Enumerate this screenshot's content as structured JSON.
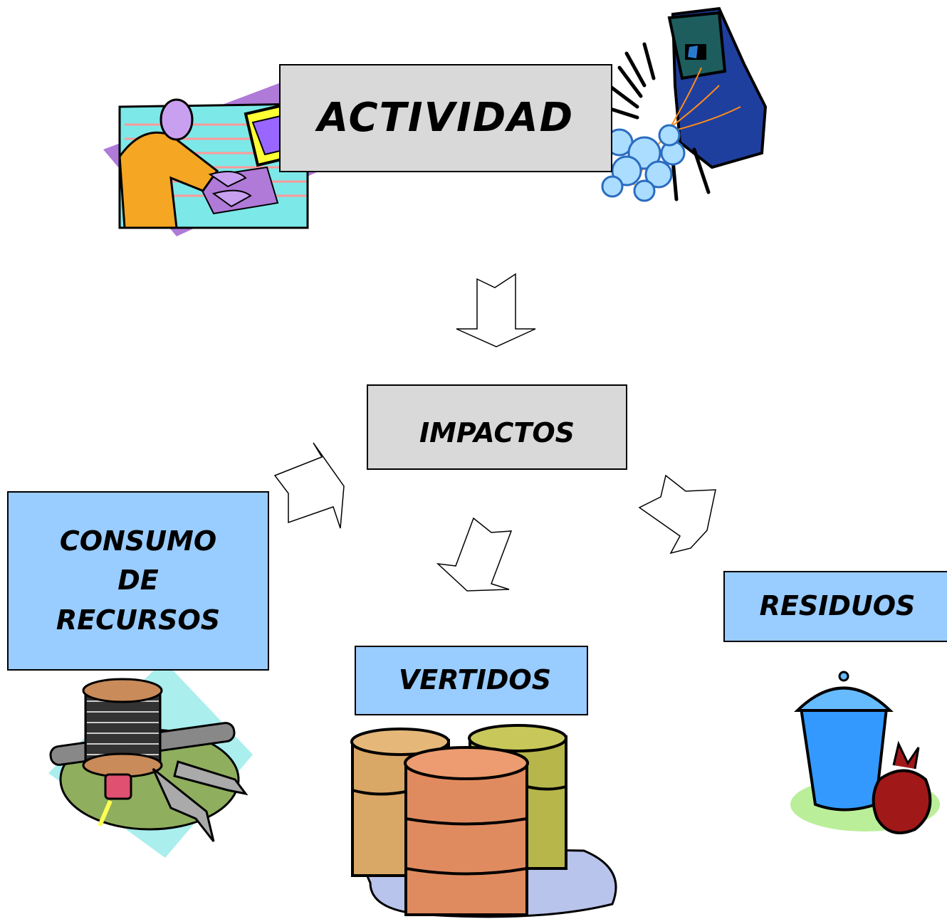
{
  "nodes": {
    "actividad": "ACTIVIDAD",
    "impactos": "IMPACTOS",
    "consumo": [
      "CONSUMO",
      "DE",
      "RECURSOS"
    ],
    "vertidos": "VERTIDOS",
    "residuos": "RESIDUOS"
  },
  "icons": {
    "office": "office-worker-clipart-icon",
    "welder": "welder-clipart-icon",
    "tools": "tools-clipart-icon",
    "barrels": "oil-barrels-clipart-icon",
    "trash": "trash-can-clipart-icon"
  },
  "colors": {
    "gray_box": "#d9d9d9",
    "blue_box": "#99ccff"
  }
}
